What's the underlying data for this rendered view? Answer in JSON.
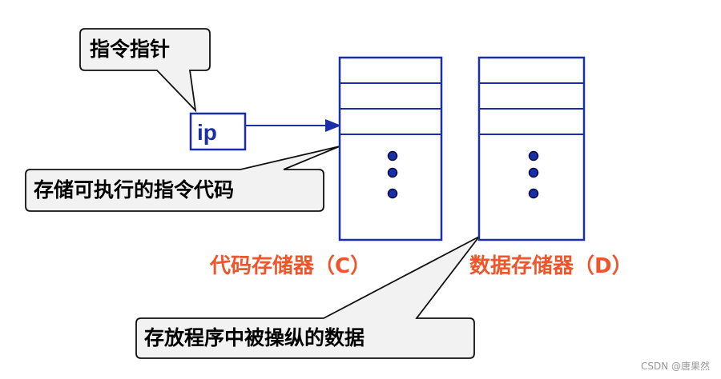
{
  "callouts": {
    "pointer": "指令指针",
    "code_store": "存储可执行的指令代码",
    "data_store": "存放程序中被操纵的数据"
  },
  "ip_register": {
    "label": "ip"
  },
  "memories": [
    {
      "caption": "代码存储器（C）"
    },
    {
      "caption": "数据存储器（D）"
    }
  ],
  "watermark": "CSDN @唐果然",
  "colors": {
    "memory_border": "#1a2ea8",
    "caption": "#f0542b",
    "callout_fill": "#f2f2f2"
  }
}
